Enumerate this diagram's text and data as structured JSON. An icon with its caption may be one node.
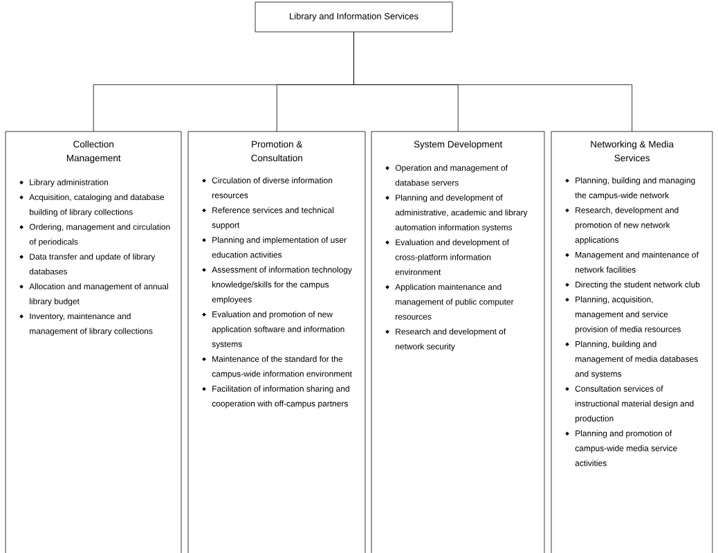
{
  "diagram": {
    "nodes": [
      {
        "text": [
          "Library and Information Services"
        ]
      },
      {
        "text": [
          "Collection Management",
          "Library administration",
          "Acquisition, cataloging and database building of library collections",
          "Ordering, management and circulation of periodicals",
          "Data transfer and update of library databases",
          "Allocation and management of annual library budget",
          "Inventory, maintenance and management of library collections"
        ]
      },
      {
        "text": [
          "Promotion & Consultation",
          "Circulation of diverse information resources",
          "Reference services and technical support",
          "Planning and implementation of user education activities",
          "Assessment of information technology knowledge/skills for the campus employees",
          "Evaluation and promotion of new application software and information systems",
          "Maintenance of the standard for the campus-wide information environment",
          "Facilitation of information sharing and cooperation with off-campus partners"
        ]
      },
      {
        "text": [
          "System Development",
          "Operation and management of database servers",
          "Planning and development of administrative, academic and library automation information systems",
          "Evaluation and development of cross-platform information environment",
          "Application maintenance and management of public computer resources",
          "Research and development of network security"
        ]
      },
      {
        "text": [
          "Networking & Media Services",
          "Planning, building and managing the campus-wide network",
          "Research, development and promotion of new network applications",
          "Management and maintenance of network facilities",
          "Directing the student network club",
          "Planning, acquisition, management and service provision of media resources",
          "Planning, building and management of media databases and systems",
          "Consultation services of instructional material design and production",
          "Planning and promotion of campus-wide media service activities"
        ]
      }
    ],
    "edges": [
      {
        "from": 0,
        "to": 1,
        "arrow": "none"
      },
      {
        "from": 0,
        "to": 2,
        "arrow": "none"
      },
      {
        "from": 0,
        "to": 3,
        "arrow": "none"
      },
      {
        "from": 0,
        "to": 4,
        "arrow": "none"
      }
    ]
  }
}
